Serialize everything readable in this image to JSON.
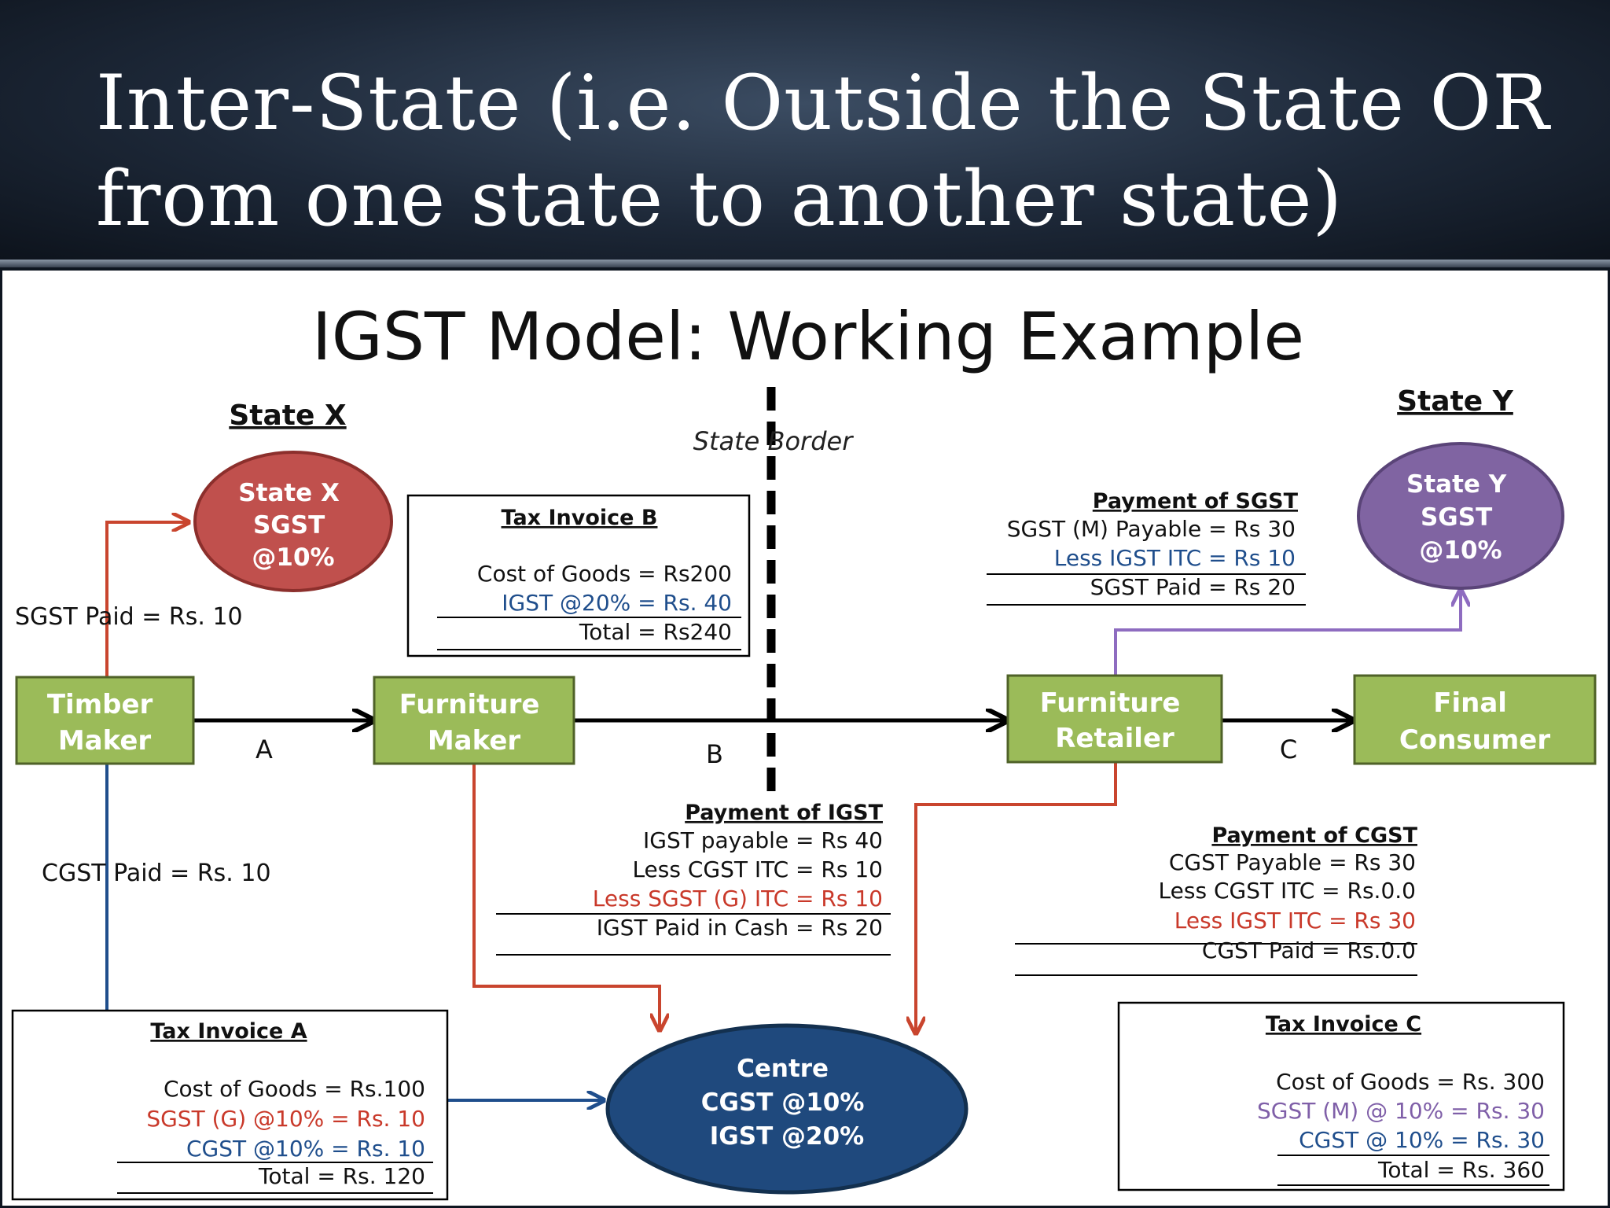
{
  "slide": {
    "title_line1": "Inter-State (i.e. Outside the State OR",
    "title_line2": "from one state to another state)"
  },
  "diagram": {
    "title": "IGST Model: Working Example",
    "state_x_label": "State X",
    "state_y_label": "State Y",
    "state_border_label": "State Border",
    "nodes": {
      "timber_maker": [
        "Timber",
        "Maker"
      ],
      "furniture_maker": [
        "Furniture",
        "Maker"
      ],
      "furniture_retailer": [
        "Furniture",
        "Retailer"
      ],
      "final_consumer": [
        "Final",
        "Consumer"
      ]
    },
    "circles": {
      "state_x": [
        "State X",
        "SGST",
        "@10%"
      ],
      "state_y": [
        "State Y",
        "SGST",
        "@10%"
      ],
      "centre": [
        "Centre",
        "CGST @10%",
        "IGST @20%"
      ]
    },
    "edge_labels": {
      "a": "A",
      "b": "B",
      "c": "C"
    },
    "sgst_paid_label": "SGST Paid = Rs. 10",
    "cgst_paid_label": "CGST Paid = Rs. 10",
    "invoice_a": {
      "heading": "Tax Invoice A",
      "cost": "Cost of Goods = Rs.100",
      "sgst": "SGST (G) @10% = Rs.   10",
      "cgst": "CGST @10% = Rs.   10",
      "total": "Total = Rs.  120"
    },
    "invoice_b": {
      "heading": "Tax Invoice B",
      "cost": "Cost of Goods = Rs200",
      "igst": "IGST @20% = Rs.  40",
      "total": "Total = Rs240"
    },
    "invoice_c": {
      "heading": "Tax Invoice C",
      "cost": "Cost of Goods = Rs. 300",
      "sgst": "SGST (M) @ 10% = Rs.   30",
      "cgst": "CGST @ 10% = Rs.   30",
      "total": "Total = Rs. 360"
    },
    "payment_sgst": {
      "heading": "Payment of SGST",
      "payable": "SGST (M) Payable = Rs 30",
      "less_itc": "Less IGST ITC = Rs 10",
      "paid": "SGST Paid = Rs 20"
    },
    "payment_igst": {
      "heading": "Payment of IGST",
      "payable": "IGST payable = Rs 40",
      "less_cgst": "Less CGST ITC = Rs 10",
      "less_sgst": "Less SGST (G) ITC = Rs 10",
      "paid": "IGST Paid in Cash = Rs 20"
    },
    "payment_cgst": {
      "heading": "Payment of CGST",
      "payable": "CGST Payable = Rs 30",
      "less_cgst": "Less CGST ITC = Rs.0.0",
      "less_igst": "Less IGST ITC = Rs 30",
      "paid": "CGST Paid = Rs.0.0"
    },
    "colors": {
      "box_fill": "#9bbb59",
      "state_x_circle": "#c0504d",
      "state_y_circle": "#8064a2",
      "centre_circle": "#1f497d",
      "flow_red": "#c9452e",
      "flow_blue": "#1f4e8c",
      "flow_purple": "#8e6cc0"
    }
  }
}
